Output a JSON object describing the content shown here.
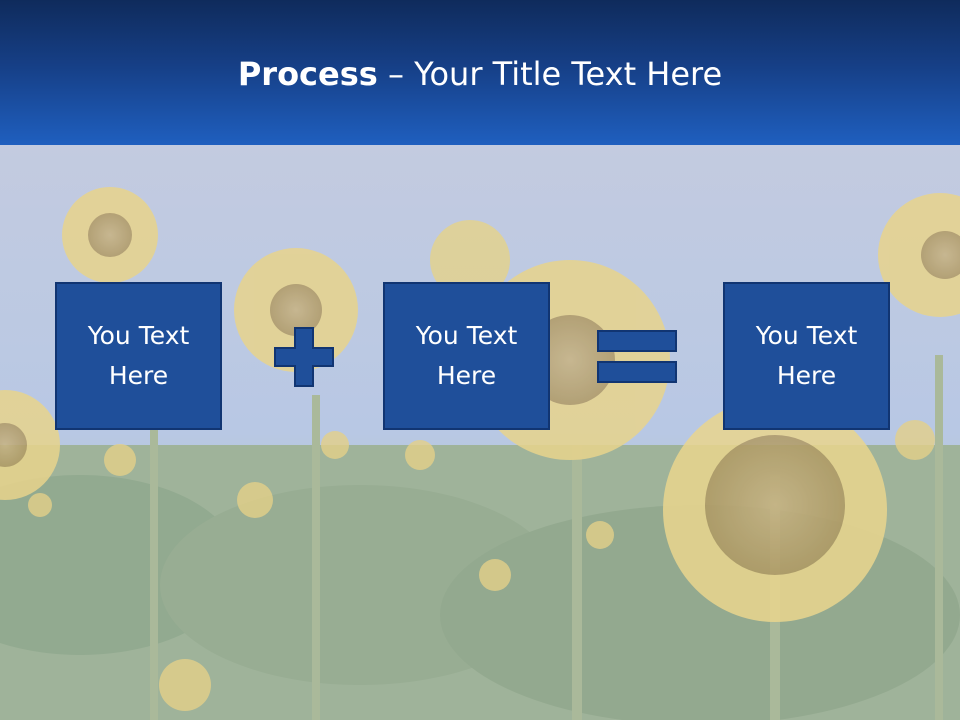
{
  "slide": {
    "title_bold": "Process",
    "title_dash": " – ",
    "title_rest": "Your Title Text Here"
  },
  "boxes": [
    {
      "text": "You Text Here"
    },
    {
      "text": "You Text Here"
    },
    {
      "text": "You Text Here"
    }
  ],
  "operators": {
    "first": "plus",
    "second": "equals"
  },
  "colors": {
    "header_dark": "#0f2b5c",
    "header_light": "#1f5fbf",
    "box_fill": "#1f4f9a",
    "box_border": "#113572",
    "text": "#ffffff"
  },
  "background": "sunflower-field-photo"
}
